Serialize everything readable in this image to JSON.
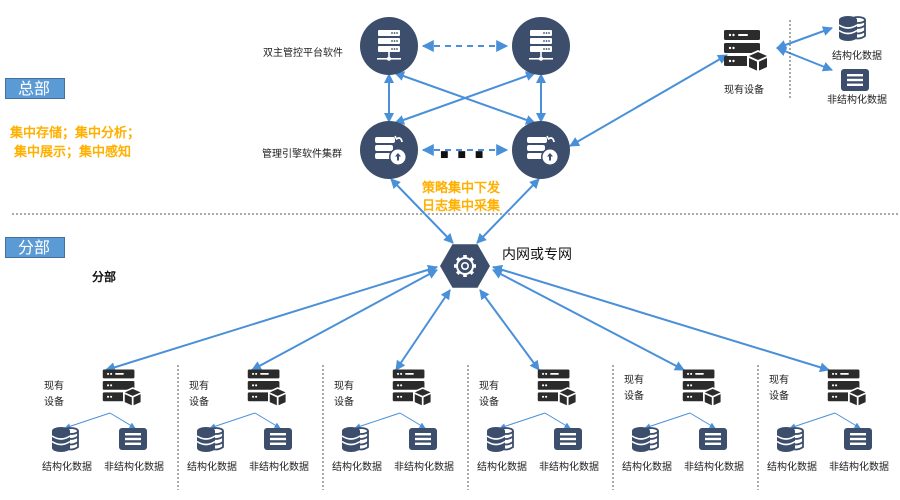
{
  "headquarters": {
    "tag": "总部",
    "features_line1": "集中存储；集中分析；",
    "features_line2": "集中展示；集中感知",
    "dual_master_label": "双主管控平台软件",
    "engine_cluster_label": "管理引擎软件集群",
    "policy_line1": "策略集中下发",
    "policy_line2": "日志集中采集",
    "ellipsis": "■  ■  ■",
    "existing_device": {
      "label": "现有设备",
      "structured": "结构化数据",
      "unstructured": "非结构化数据"
    }
  },
  "network": {
    "label": "内网或专网"
  },
  "branch": {
    "tag": "分部",
    "title": "分部",
    "units": [
      {
        "device_line1": "现有",
        "device_line2": "设备",
        "structured": "结构化数据",
        "unstructured": "非结构化数据"
      },
      {
        "device_line1": "现有",
        "device_line2": "设备",
        "structured": "结构化数据",
        "unstructured": "非结构化数据"
      },
      {
        "device_line1": "现有",
        "device_line2": "设备",
        "structured": "结构化数据",
        "unstructured": "非结构化数据"
      },
      {
        "device_line1": "现有",
        "device_line2": "设备",
        "structured": "结构化数据",
        "unstructured": "非结构化数据"
      },
      {
        "device_line1": "现有",
        "device_line2": "设备",
        "structured": "结构化数据",
        "unstructured": "非结构化数据"
      },
      {
        "device_line1": "现有",
        "device_line2": "设备",
        "structured": "结构化数据",
        "unstructured": "非结构化数据"
      }
    ]
  },
  "colors": {
    "node_fill": "#3c4e6b",
    "arrow": "#4a90d9",
    "tag_fill": "#5b9bd5",
    "highlight_text": "#ffb000",
    "device_dark": "#2b2b2b"
  }
}
